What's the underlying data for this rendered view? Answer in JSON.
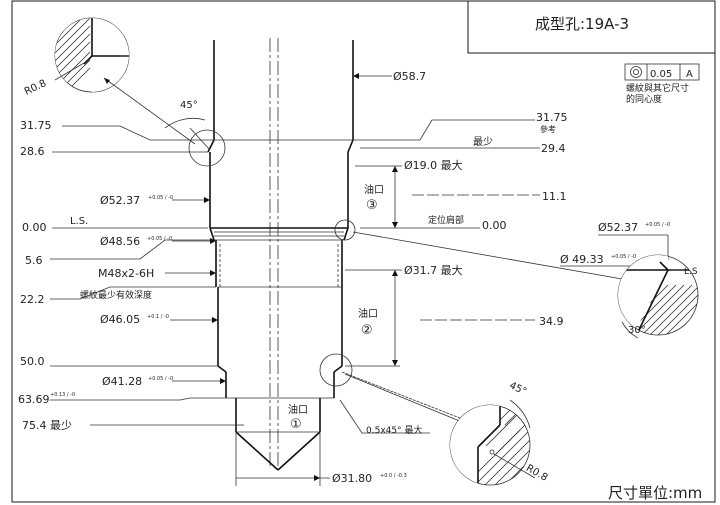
{
  "title_block": {
    "title": "成型孔:19A-3"
  },
  "units_note": "尺寸單位:mm",
  "tolerance_frame": {
    "symbol": "concentricity-icon",
    "value": "0.05",
    "datum": "A",
    "note_line1": "螺紋與其它尺寸",
    "note_line2": "的同心度"
  },
  "left_dims": [
    {
      "label": "31.75"
    },
    {
      "label": "28.6"
    },
    {
      "label": "0.00"
    },
    {
      "label": "5.6"
    },
    {
      "label": "22.2"
    },
    {
      "label": "50.0"
    },
    {
      "label": "63.69",
      "tol": "+0.13 / -0"
    },
    {
      "label": "75.4 最少"
    }
  ],
  "diameter_labels": {
    "d58_7": "Ø58.7",
    "d19_0": "Ø19.0 最大",
    "d52_37": "Ø52.37",
    "d52_37_tol": "+0.05 / -0",
    "d48_56": "Ø48.56",
    "d48_56_tol": "+0.05 / -0",
    "thread": "M48x2-6H",
    "thread_depth": "螺紋最少有效深度",
    "d46_05": "Ø46.05",
    "d46_05_tol": "+0.1 / -0",
    "d31_7": "Ø31.7 最大",
    "d41_28": "Ø41.28",
    "d41_28_tol": "+0.05 / -0",
    "d31_80": "Ø31.80",
    "d31_80_tol": "+0.0 / -0.3",
    "d49_33": "Ø 49.33",
    "d49_33_tol": "+0.05 / -0",
    "d52_37_right": "Ø52.37",
    "d52_37_right_tol": "+0.05 / -0"
  },
  "right_dims": {
    "r31_75": "31.75",
    "r31_75_note": "參考",
    "min_note": "最少",
    "r29_4": "29.4",
    "r11_1": "11.1",
    "locate_note": "定位肩部",
    "r0_00": "0.00",
    "r34_9": "34.9"
  },
  "ports": [
    {
      "label": "油口",
      "num": "③"
    },
    {
      "label": "油口",
      "num": "②"
    },
    {
      "label": "油口",
      "num": "①"
    }
  ],
  "details": {
    "ls": "L.S.",
    "ls_right": "L.S",
    "r08_top": "R0.8",
    "angle45_top": "45°",
    "angle30": "30°",
    "angle45_bottom": "45°",
    "r08_bottom": "R0.8",
    "chamfer": "0.5x45° 最大"
  }
}
